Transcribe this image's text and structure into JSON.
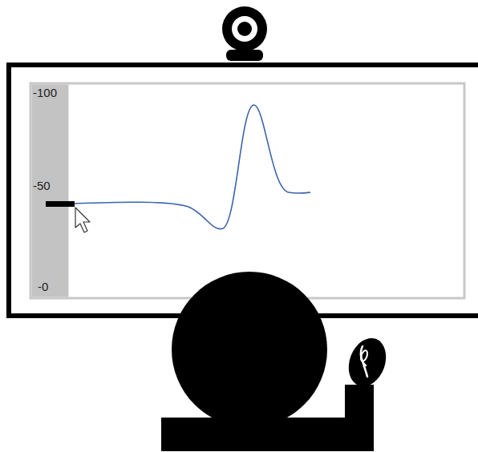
{
  "diagram": {
    "labels": [
      "-100",
      "-50",
      "-0"
    ]
  }
}
